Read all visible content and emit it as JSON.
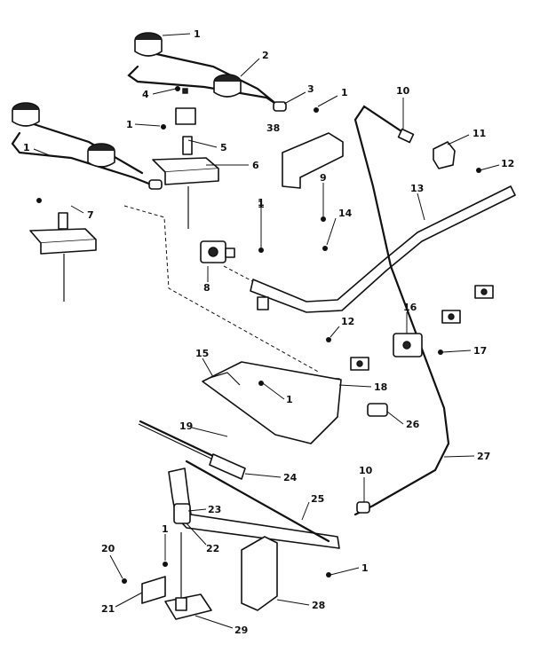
{
  "labels": [
    "1",
    "2",
    "3",
    "4",
    "1",
    "1",
    "38",
    "1",
    "5",
    "6",
    "1",
    "7",
    "10",
    "11",
    "12",
    "13",
    "9",
    "14",
    "1",
    "8",
    "12",
    "16",
    "17",
    "15",
    "1",
    "18",
    "26",
    "19",
    "24",
    "10",
    "27",
    "23",
    "25",
    "22",
    "1",
    "20",
    "1",
    "21",
    "28",
    "29"
  ]
}
